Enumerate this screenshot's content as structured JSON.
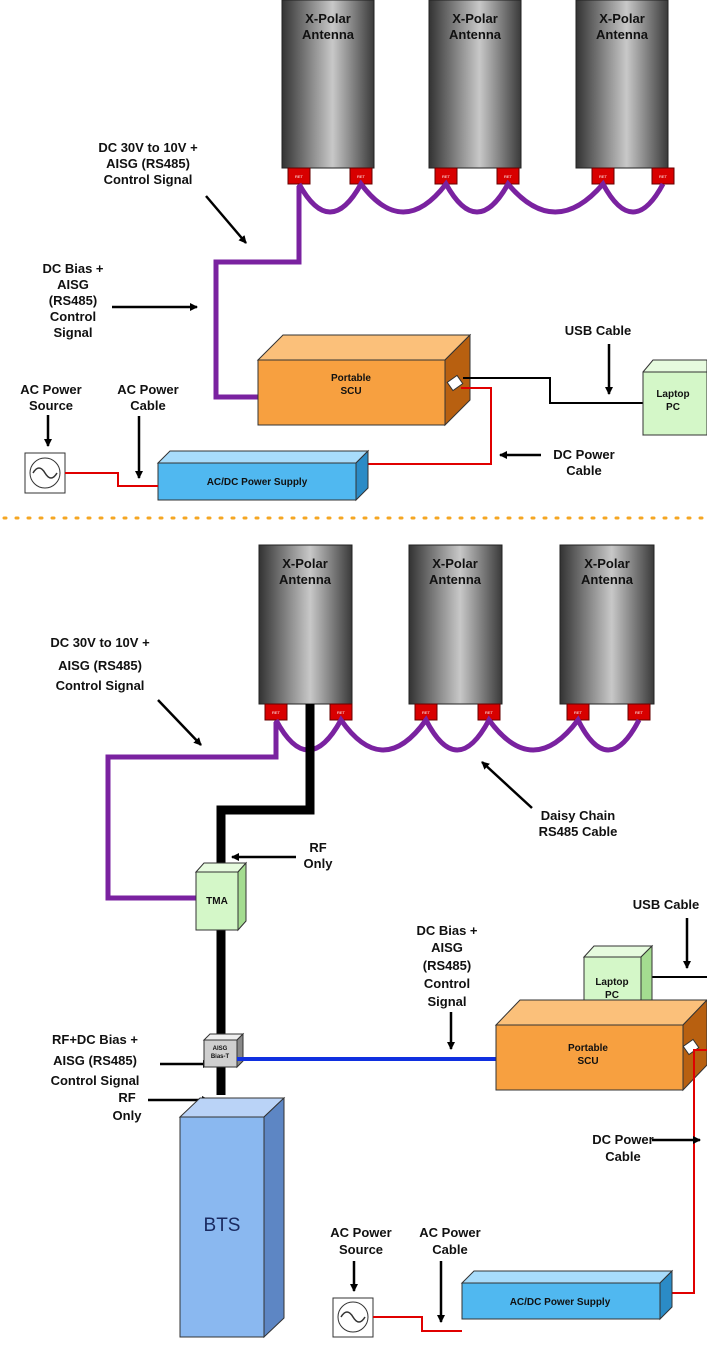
{
  "antenna": {
    "line1": "X-Polar",
    "line2": "Antenna"
  },
  "ret_label": "RET",
  "top": {
    "dc_label": [
      "DC 30V to 10V +",
      "AISG (RS485)",
      "Control Signal"
    ],
    "dc_bias_label": [
      "DC Bias +",
      "AISG",
      "(RS485)",
      "Control",
      "Signal"
    ],
    "scu": [
      "Portable",
      "SCU"
    ],
    "usb_cable": "USB Cable",
    "laptop": [
      "Laptop",
      "PC"
    ],
    "ac_source": [
      "AC Power",
      "Source"
    ],
    "ac_cable": [
      "AC Power",
      "Cable"
    ],
    "power_supply": "AC/DC Power Supply",
    "dc_cable": [
      "DC Power",
      "Cable"
    ]
  },
  "bottom": {
    "dc_label": [
      "DC 30V to 10V +",
      "AISG (RS485)",
      "Control Signal"
    ],
    "daisy_chain": [
      "Daisy Chain",
      "RS485 Cable"
    ],
    "rf_only_1": [
      "RF",
      "Only"
    ],
    "tma": "TMA",
    "usb_cable": "USB Cable",
    "laptop": [
      "Laptop",
      "PC"
    ],
    "dc_bias_label": [
      "DC Bias +",
      "AISG",
      "(RS485)",
      "Control",
      "Signal"
    ],
    "rf_dc_label": [
      "RF+DC Bias +",
      "AISG (RS485)",
      "Control Signal"
    ],
    "bias_t": [
      "AISG",
      "Bias-T"
    ],
    "rf_only_2": [
      "RF",
      "Only"
    ],
    "scu": [
      "Portable",
      "SCU"
    ],
    "dc_cable": [
      "DC Power",
      "Cable"
    ],
    "bts": "BTS",
    "ac_source": [
      "AC Power",
      "Source"
    ],
    "ac_cable": [
      "AC Power",
      "Cable"
    ],
    "power_supply": "AC/DC Power Supply"
  },
  "colors": {
    "antenna_dark": "#3a3a3a",
    "antenna_light": "#d8d8d8",
    "ret": "#d80000",
    "purple_cable": "#7a22a0",
    "rf_cable": "#000000",
    "blue_cable": "#1030e0",
    "red_cable": "#e00000",
    "scu_front": "#f7a040",
    "scu_side": "#b86010",
    "laptop_green": "#d4f7c8",
    "psu_blue": "#50b8f0",
    "bts_blue": "#8ab8f0",
    "divider": "#f5a623"
  }
}
